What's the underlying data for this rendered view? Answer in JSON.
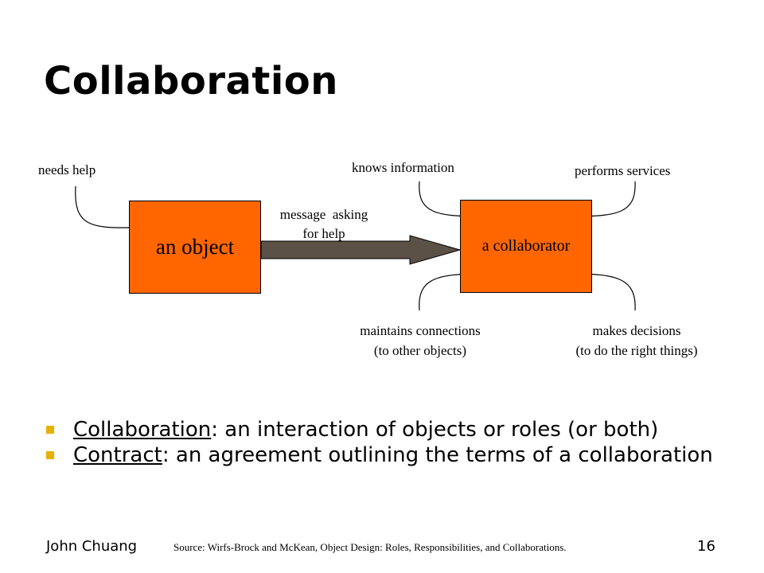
{
  "slide": {
    "title": "Collaboration",
    "footer": {
      "author": "John Chuang",
      "source": "Source: Wirfs-Brock and McKean, Object Design: Roles, Responsibilities, and Collaborations.",
      "page_number": "16"
    }
  },
  "diagram": {
    "object_box": "an object",
    "collaborator_box": "a collaborator",
    "arrow_label_line1": "message  asking",
    "arrow_label_line2": "for help",
    "annotations": {
      "needs_help": "needs help",
      "knows_information": "knows information",
      "performs_services": "performs services",
      "maintains_connections_line1": "maintains connections",
      "maintains_connections_line2": "(to other objects)",
      "makes_decisions_line1": "makes decisions",
      "makes_decisions_line2": "(to do the right things)"
    },
    "colors": {
      "box_fill": "#ff6600",
      "arrow_fill": "#5c5146",
      "bullet": "#e8b000"
    }
  },
  "bullets": [
    {
      "term": "Collaboration",
      "text": ": an interaction of objects or roles (or both)"
    },
    {
      "term": "Contract",
      "text": ": an agreement outlining the terms of a collaboration"
    }
  ]
}
